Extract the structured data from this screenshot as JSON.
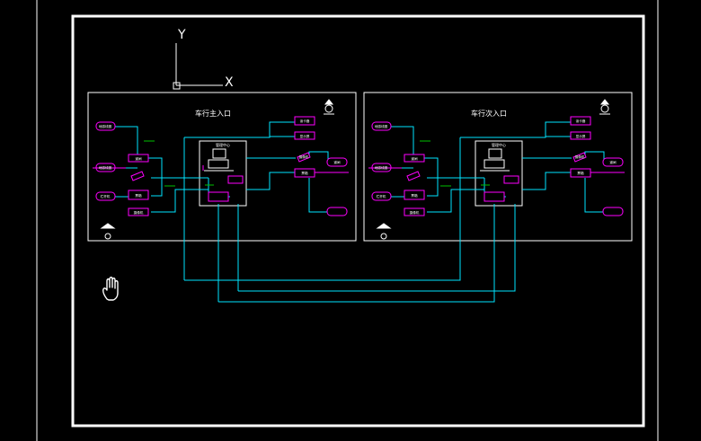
{
  "ucs": {
    "y_label": "Y",
    "x_label": "X"
  },
  "colors": {
    "background": "#000000",
    "frame": "#ffffff",
    "wire": "#00e5ff",
    "device": "#ff00ff",
    "accent": "#00c000",
    "text": "#ffffff"
  },
  "panels": [
    {
      "title": "车行主入口",
      "left_devices": [
        "地感线圈",
        "地感线圈",
        "道闸",
        "栏杆机",
        "票箱",
        "摄像机"
      ],
      "center_label": "管理中心",
      "right_devices": [
        "读卡器",
        "显示屏",
        "摄像机",
        "票箱",
        "道闸"
      ]
    },
    {
      "title": "车行次入口",
      "left_devices": [
        "地感线圈",
        "地感线圈",
        "道闸",
        "栏杆机",
        "票箱",
        "摄像机"
      ],
      "center_label": "管理中心",
      "right_devices": [
        "读卡器",
        "显示屏",
        "摄像机",
        "票箱",
        "道闸"
      ]
    }
  ],
  "icons": [
    "pan-hand-icon",
    "ucs-icon",
    "north-arrow-icon",
    "keypad-icon"
  ]
}
